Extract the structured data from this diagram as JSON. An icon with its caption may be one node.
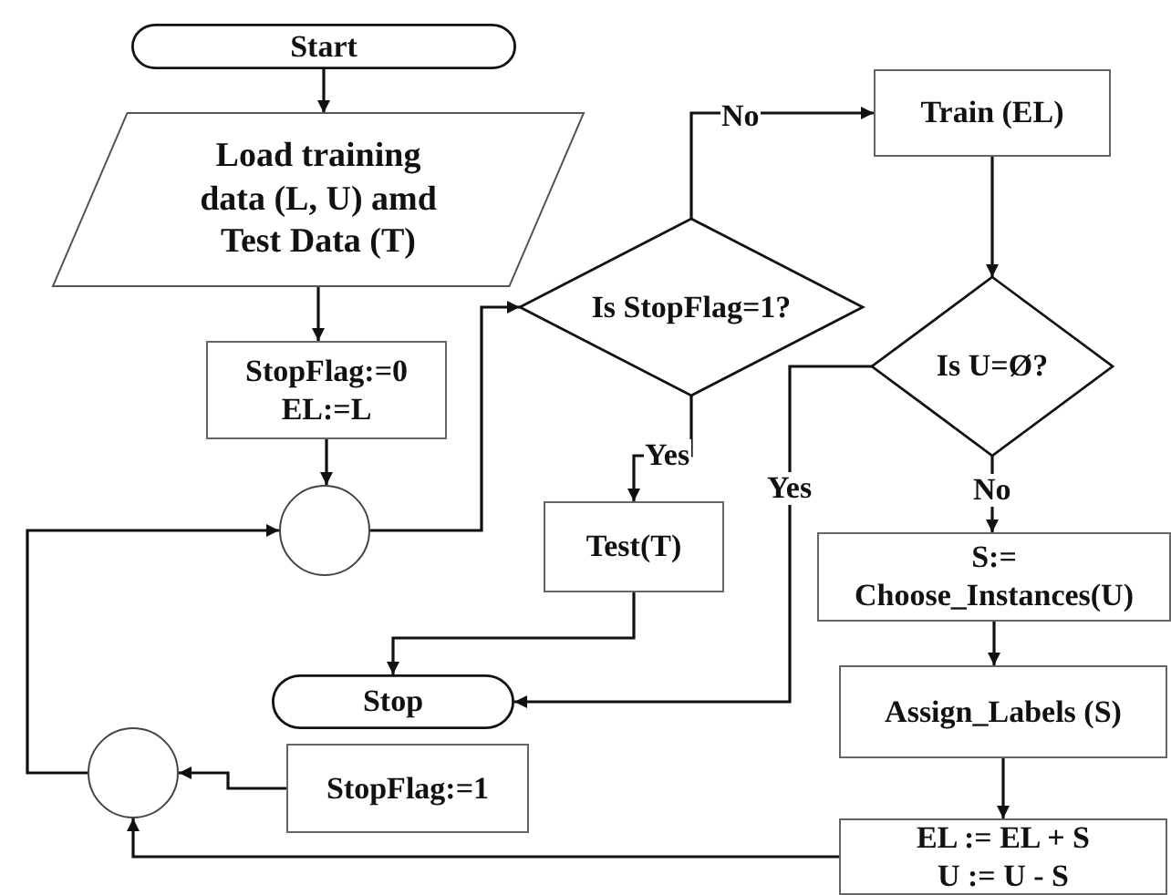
{
  "diagram": {
    "nodes": [
      {
        "text": [
          "Start"
        ]
      },
      {
        "text": [
          "Load training data (L, U) amd Test Data (T)"
        ]
      },
      {
        "text": [
          "StopFlag:=0",
          "EL:=L"
        ]
      },
      {
        "text": [],
        "shape": "circle"
      },
      {
        "text": [
          "Is StopFlag=1?"
        ]
      },
      {
        "text": [
          "Train (EL)"
        ]
      },
      {
        "text": [
          "Is U=Ø?"
        ]
      },
      {
        "text": [
          "Test(T)"
        ]
      },
      {
        "text": [
          "Stop"
        ]
      },
      {
        "text": [
          "S:= Choose_Instances(U)"
        ]
      },
      {
        "text": [
          "Assign_Labels (S)"
        ]
      },
      {
        "text": [
          "StopFlag:=1"
        ]
      },
      {
        "text": [],
        "shape": "circle"
      },
      {
        "text": [
          "EL := EL +  S",
          "U := U - S"
        ]
      }
    ],
    "edges": [
      {
        "from": 0,
        "to": 1,
        "arrow": "to"
      },
      {
        "from": 1,
        "to": 2,
        "arrow": "to"
      },
      {
        "from": 2,
        "to": 3,
        "arrow": "to"
      },
      {
        "from": 3,
        "to": 4,
        "arrow": "to"
      },
      {
        "from": 4,
        "to": 5,
        "arrow": "to",
        "label": "No"
      },
      {
        "from": 4,
        "to": 7,
        "arrow": "to",
        "label": "Yes"
      },
      {
        "from": 5,
        "to": 6,
        "arrow": "to"
      },
      {
        "from": 6,
        "to": 8,
        "arrow": "to",
        "label": "Yes"
      },
      {
        "from": 6,
        "to": 9,
        "arrow": "to",
        "label": "No"
      },
      {
        "from": 7,
        "to": 8,
        "arrow": "to"
      },
      {
        "from": 9,
        "to": 10,
        "arrow": "to"
      },
      {
        "from": 10,
        "to": 13,
        "arrow": "to"
      },
      {
        "from": 11,
        "to": 12,
        "arrow": "to"
      },
      {
        "from": 12,
        "to": 3,
        "arrow": "to"
      },
      {
        "from": 13,
        "to": 12,
        "arrow": "to"
      }
    ]
  }
}
